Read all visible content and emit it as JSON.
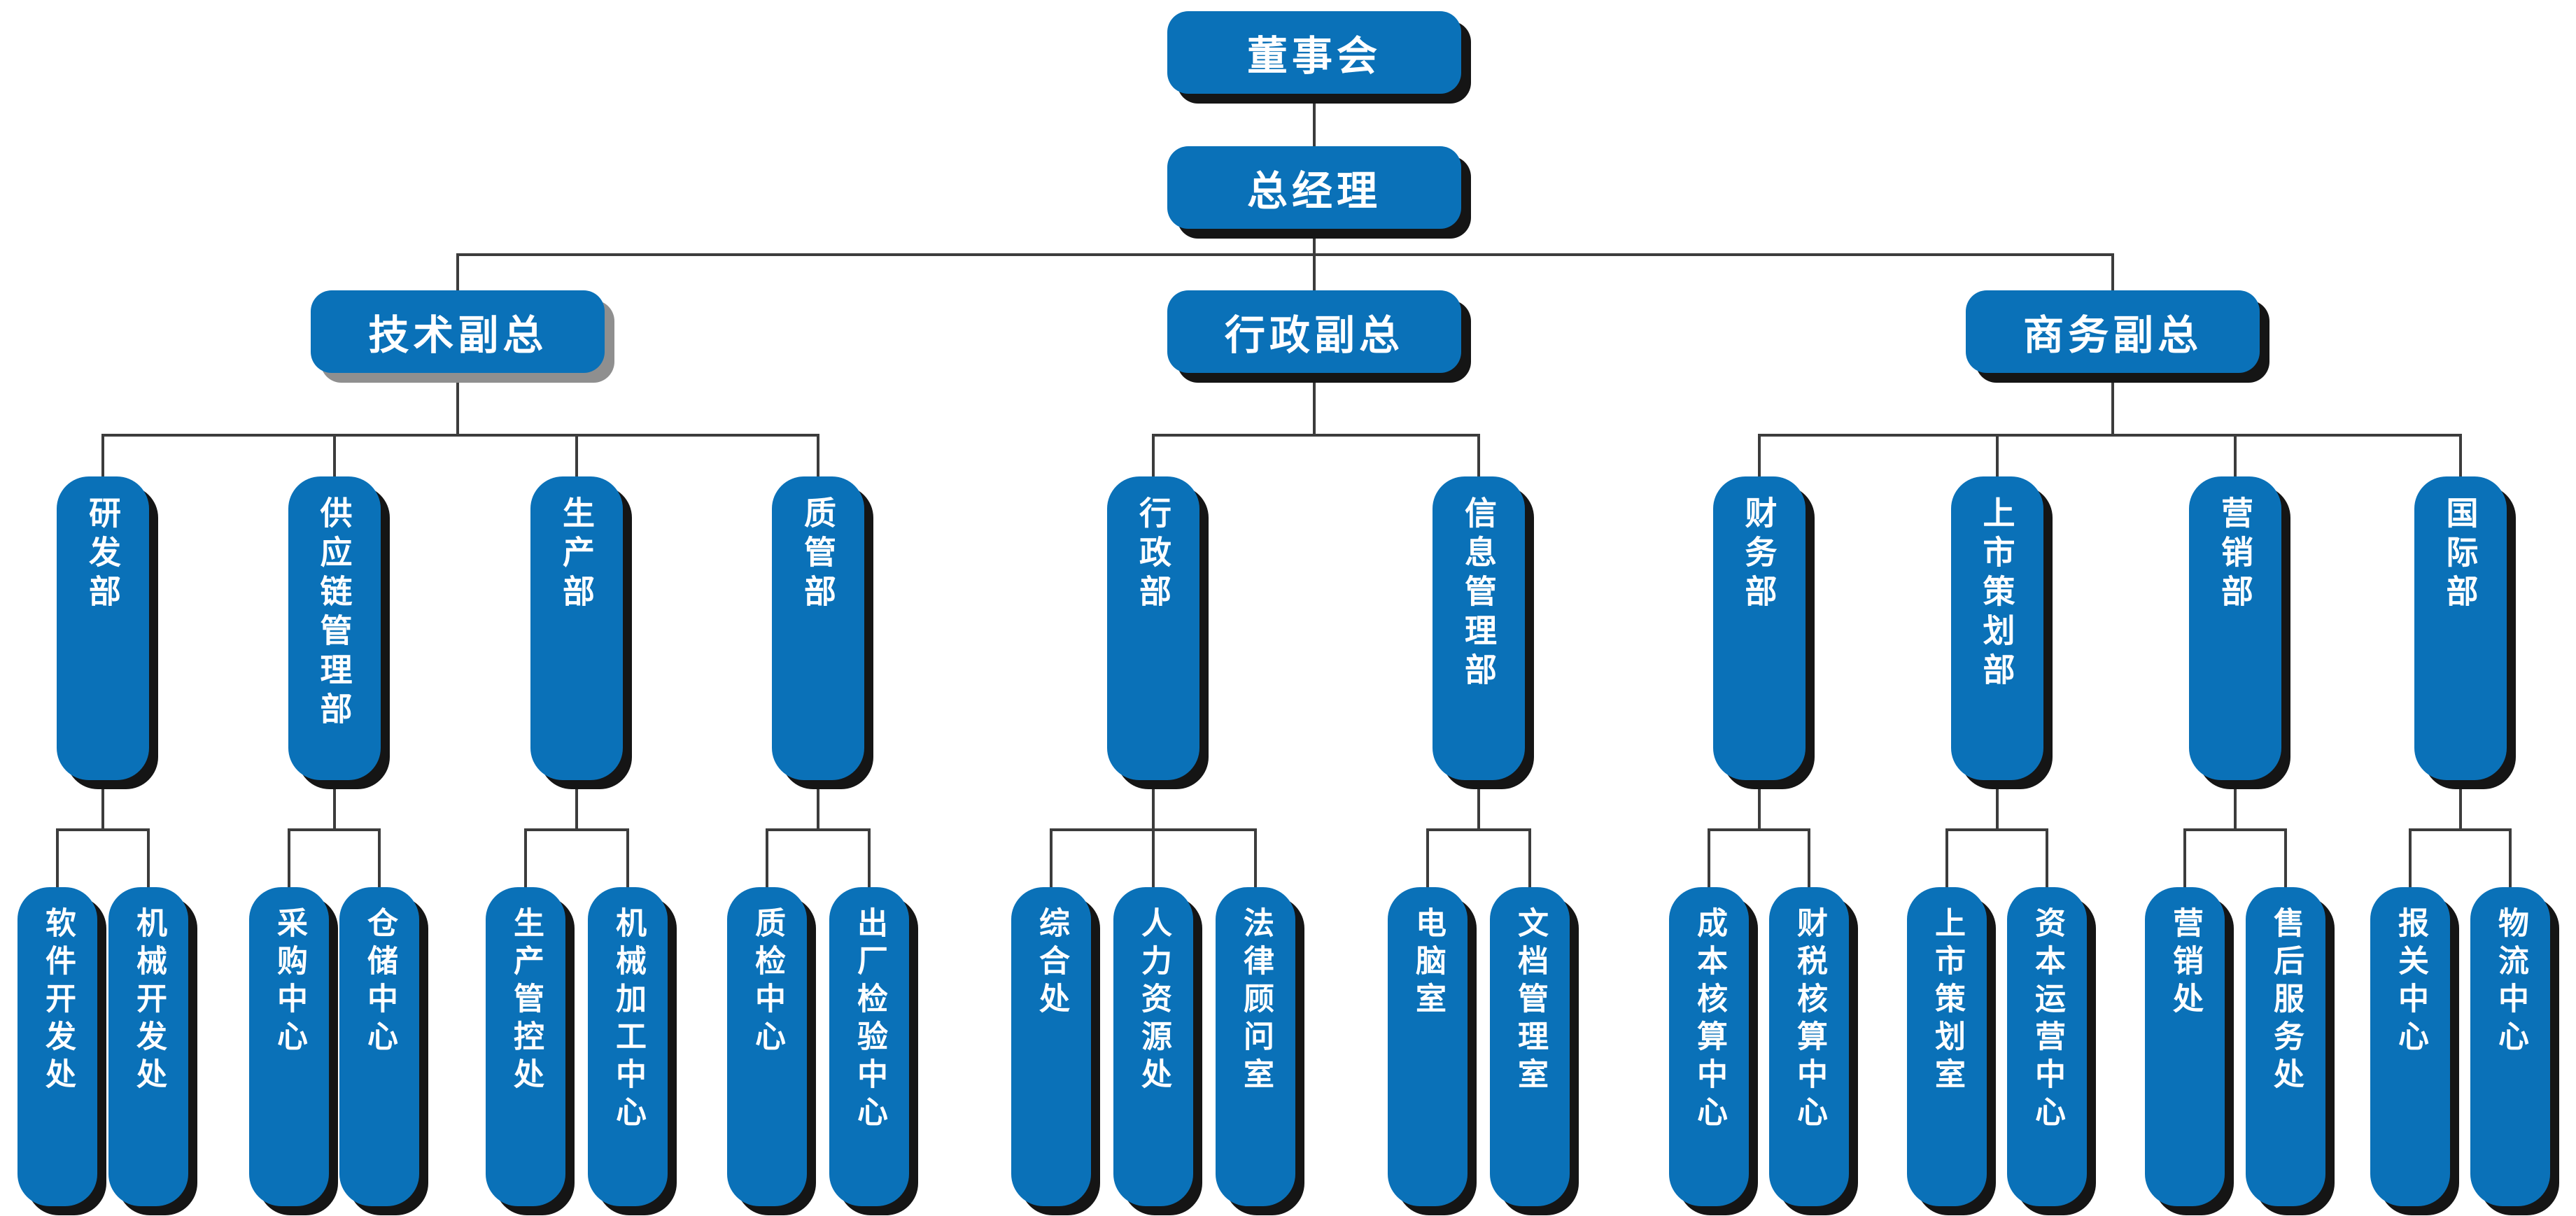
{
  "colors": {
    "box_fill": "#0a71b8",
    "shadow": "#151515",
    "tech_vp_shadow": "#8f8f8f",
    "connector": "#3c3c3c",
    "text": "#ffffff",
    "background": "#ffffff"
  },
  "org": {
    "root": {
      "label": "董事会"
    },
    "general_manager": {
      "label": "总经理"
    },
    "branches": [
      {
        "label": "技术副总",
        "departments": [
          {
            "label": "研发部",
            "children": [
              "软件开发处",
              "机械开发处"
            ]
          },
          {
            "label": "供应链管理部",
            "children": [
              "采购中心",
              "仓储中心"
            ]
          },
          {
            "label": "生产部",
            "children": [
              "生产管控处",
              "机械加工中心"
            ]
          },
          {
            "label": "质管部",
            "children": [
              "质检中心",
              "出厂检验中心"
            ]
          }
        ]
      },
      {
        "label": "行政副总",
        "departments": [
          {
            "label": "行政部",
            "children": [
              "综合处",
              "人力资源处",
              "法律顾问室"
            ]
          },
          {
            "label": "信息管理部",
            "children": [
              "电脑室",
              "文档管理室"
            ]
          }
        ]
      },
      {
        "label": "商务副总",
        "departments": [
          {
            "label": "财务部",
            "children": [
              "成本核算中心",
              "财税核算中心"
            ]
          },
          {
            "label": "上市策划部",
            "children": [
              "上市策划室",
              "资本运营中心"
            ]
          },
          {
            "label": "营销部",
            "children": [
              "营销处",
              "售后服务处"
            ]
          },
          {
            "label": "国际部",
            "children": [
              "报关中心",
              "物流中心"
            ]
          }
        ]
      }
    ]
  }
}
